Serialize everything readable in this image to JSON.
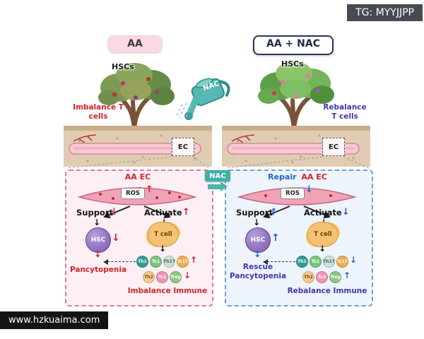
{
  "badges": {
    "tg": "TG: MYYJJPP",
    "site": "www.hzkuaima.com"
  },
  "arrows": {
    "up": "↑",
    "down": "↓"
  },
  "center": {
    "can_label": "NAC",
    "arrow_label": "NAC"
  },
  "left": {
    "title": "AA",
    "hscs": "HSCs",
    "tcell_status": "Imbalance T cells",
    "ec": "EC",
    "box": {
      "header": "AA EC",
      "ros": "ROS",
      "support": "Support",
      "activate": "Activate",
      "hsc": "HSC",
      "tcell": "T cell",
      "cells_row1": [
        "Th1",
        "Tc1",
        "Th17",
        "Tc17"
      ],
      "cells_row2": [
        "Th2",
        "Tc2",
        "Treg"
      ],
      "outcome": "Pancytopenia",
      "immune": "Imbalance Immune"
    }
  },
  "right": {
    "title": "AA + NAC",
    "hscs": "HSCs",
    "tcell_status": "Rebalance T cells",
    "ec": "EC",
    "box": {
      "header_prefix": "Repair",
      "header_suffix": "AA EC",
      "ros": "ROS",
      "support": "Support",
      "activate": "Activate",
      "hsc": "HSC",
      "tcell": "T cell",
      "cells_row1": [
        "Th1",
        "Tc1",
        "Th17",
        "Tc17"
      ],
      "cells_row2": [
        "Th2",
        "Tc2",
        "Treg"
      ],
      "outcome": "Rescue Pancytopenia",
      "immune": "Rebalance Immune"
    }
  },
  "colors": {
    "red": "#d5232a",
    "purple": "#4636ae",
    "blue": "#2563c9",
    "teal": "#3fb0a8",
    "pink_box_border": "#e2789a",
    "pink_box_bg": "#fcf0f4",
    "blue_box_border": "#6f9fd8",
    "blue_box_bg": "#edf4fb",
    "soil": "#e0ccb2",
    "vessel_pink": "#f8c9d3"
  }
}
